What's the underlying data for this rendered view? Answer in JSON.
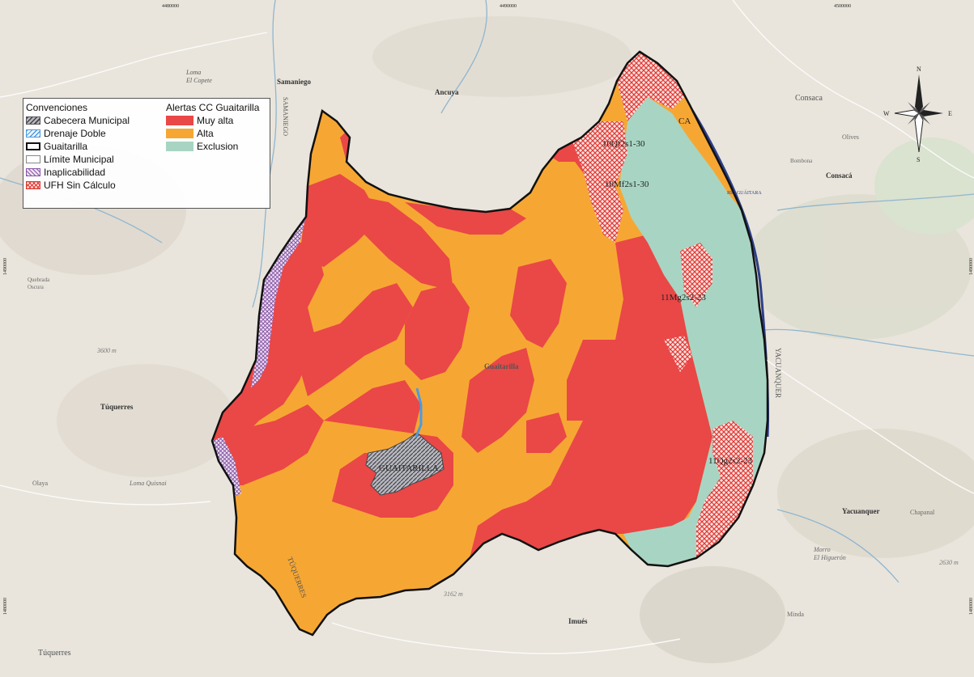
{
  "map": {
    "grid_labels_top": [
      "4480000",
      "4490000",
      "4500000"
    ],
    "grid_labels_side": [
      "1490000",
      "1480000"
    ],
    "compass": {
      "n": "N",
      "s": "S",
      "e": "E",
      "w": "W"
    },
    "place_labels": {
      "la_el_copete": "Loma\nEl Copete",
      "samaniego": "Samaniego",
      "ancuya": "Ancuya",
      "consaca_1": "Consaca",
      "olives": "Olives",
      "bombona": "Bombona",
      "consaca_2": "Consacá",
      "rio_guaitara": "RÍO GUÁITARA",
      "quebrada_oscura": "Quebrada\nOscura",
      "altitude_3600": "3600 m",
      "tuquerres_1": "Túquerres",
      "guaitarilla_town": "Guaitarilla",
      "olaya": "Olaya",
      "loma_quisnai": "Loma Quisnai",
      "yacuanquer": "Yacuanquer",
      "chapanal": "Chapanal",
      "cerro_el_higueron": "Morro\nEl Higuerón",
      "altitude_2630": "2630 m",
      "minda": "Minda",
      "imues": "Imués",
      "altitude_3162": "3162 m",
      "tuquerres_2": "Túquerres",
      "guaitarilla_cab": "GUAITARILLA",
      "yacuanquer_road": "YACUANQUER",
      "tuquerres_road": "TÚQUERRES",
      "samaniego_road": "SAMANIEGO"
    },
    "unit_labels": [
      "CA",
      "10Qf2s1-30",
      "10Mf2s1-30",
      "11Mg2s2-23",
      "11Qg2s2-23"
    ]
  },
  "legend": {
    "title": "Convenciones",
    "left_items": [
      {
        "label": "Cabecera Municipal",
        "swatch": "hatch-gray"
      },
      {
        "label": "Drenaje Doble",
        "swatch": "hatch-blue"
      },
      {
        "label": "Guaitarilla",
        "swatch": "outline-black"
      },
      {
        "label": "Límite Municipal",
        "swatch": "outline-gray"
      },
      {
        "label": "Inaplicabilidad",
        "swatch": "hatch-purple"
      },
      {
        "label": "UFH Sin Cálculo",
        "swatch": "hatch-red"
      }
    ],
    "right_title": "Alertas CC Guaitarilla",
    "right_items": [
      {
        "label": "Muy alta",
        "color": "#ea4747"
      },
      {
        "label": "Alta",
        "color": "#f6a733"
      },
      {
        "label": "Exclusion",
        "color": "#a8d5c3"
      }
    ]
  },
  "colors": {
    "muy_alta": "#ea4747",
    "alta": "#f6a733",
    "exclusion": "#a8d5c3",
    "background": "#e9e5dc"
  }
}
